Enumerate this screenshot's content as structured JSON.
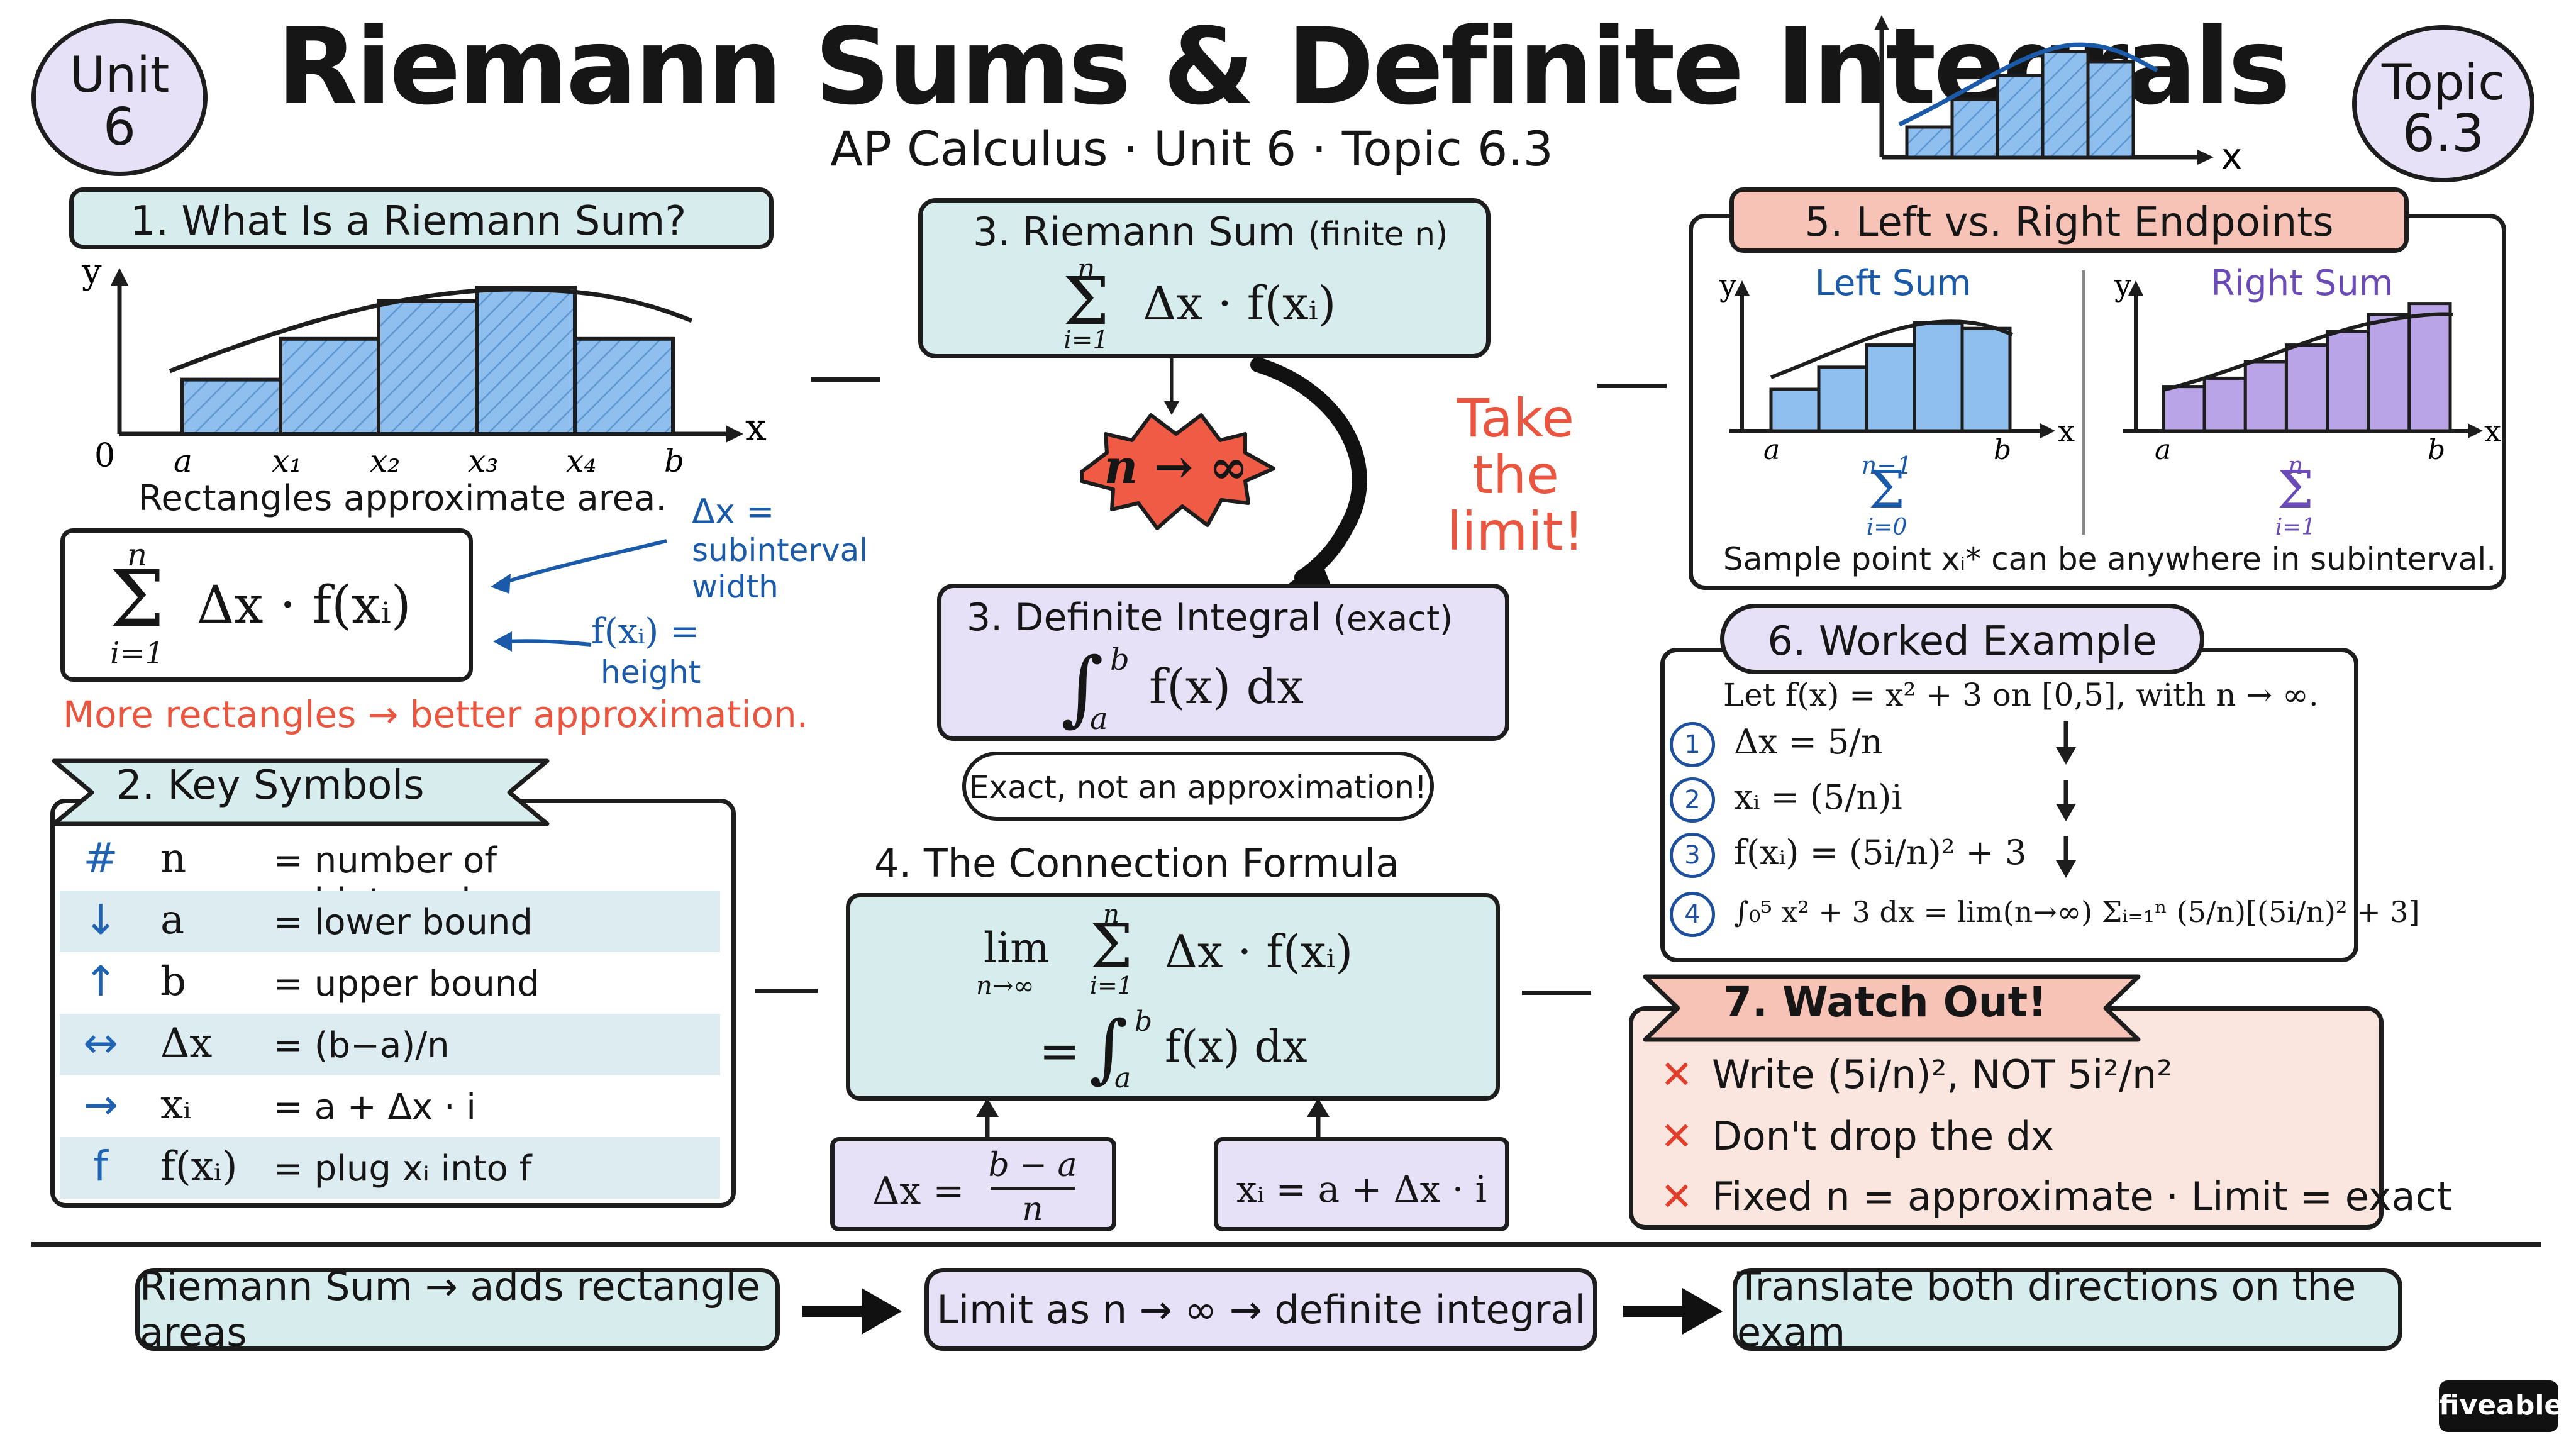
{
  "header": {
    "unit_badge": [
      "Unit",
      "6"
    ],
    "title": "Riemann Sums & Definite Integrals",
    "subtitle": "AP Calculus · Unit 6 · Topic 6.3",
    "topic_badge": [
      "Topic",
      "6.3"
    ],
    "logo_axis_label": "x"
  },
  "s1": {
    "heading": "1. What Is a Riemann Sum?",
    "axis_y": "y",
    "axis_x": "x",
    "origin": "0",
    "ticks": [
      "a",
      "x₁",
      "x₂",
      "x₃",
      "x₄",
      "b"
    ],
    "caption": "Rectangles approximate area.",
    "sum_top": "n",
    "sum_bottom": "i=1",
    "sum_expr": "Δx · f(xᵢ)",
    "note1_a": "Δx =",
    "note1_b": "subinterval",
    "note1_c": "width",
    "note2_a": "f(xᵢ) =",
    "note2_b": "height",
    "footer": "More rectangles → better approximation.",
    "rect_heights": [
      0.36,
      0.63,
      0.88,
      0.97,
      0.63
    ]
  },
  "s2": {
    "heading": "2. Key Symbols",
    "rows": [
      {
        "icon": "#",
        "symbol": "n",
        "definition": "= number of subintervals"
      },
      {
        "icon": "↓",
        "symbol": "a",
        "definition": "= lower bound"
      },
      {
        "icon": "↑",
        "symbol": "b",
        "definition": "= upper bound"
      },
      {
        "icon": "↔",
        "symbol": "Δx",
        "definition": "= (b−a)/n"
      },
      {
        "icon": "→",
        "symbol": "xᵢ",
        "definition": "= a + Δx · i"
      },
      {
        "icon": "f",
        "symbol": "f(xᵢ)",
        "definition": "= plug xᵢ into f"
      }
    ]
  },
  "s3": {
    "heading_a": "3. Riemann Sum",
    "heading_a_note": "(finite n)",
    "sum_top": "n",
    "sum_bottom": "i=1",
    "sum_expr": "Δx · f(xᵢ)",
    "burst": "n → ∞",
    "take_limit": [
      "Take",
      "the",
      "limit!"
    ],
    "heading_b": "3. Definite Integral",
    "heading_b_note": "(exact)",
    "int_upper": "b",
    "int_lower": "a",
    "int_expr": "f(x) dx",
    "exact_note": "Exact, not an approximation!"
  },
  "s4": {
    "heading": "4. The Connection Formula",
    "lim": "lim",
    "lim_sub": "n→∞",
    "sum_top": "n",
    "sum_bottom": "i=1",
    "sum_expr": "Δx · f(xᵢ)",
    "equals": "=",
    "int_upper": "b",
    "int_lower": "a",
    "int_expr": "f(x) dx",
    "dx_left": "Δx =",
    "dx_num": "b − a",
    "dx_den": "n",
    "xi_formula": "xᵢ = a + Δx · i"
  },
  "s5": {
    "heading": "5. Left vs. Right Endpoints",
    "left_title": "Left Sum",
    "right_title": "Right Sum",
    "axis_y": "y",
    "axis_x": "x",
    "tick_a": "a",
    "tick_b": "b",
    "left_sum_top": "n−1",
    "left_sum_bottom": "i=0",
    "right_sum_top": "n",
    "right_sum_bottom": "i=1",
    "footer": "Sample point xᵢ* can be anywhere in subinterval.",
    "left_heights": [
      0.3,
      0.46,
      0.62,
      0.78,
      0.74
    ],
    "right_heights": [
      0.32,
      0.38,
      0.5,
      0.62,
      0.72,
      0.84,
      0.92
    ]
  },
  "s6": {
    "heading": "6. Worked Example",
    "intro": "Let f(x) = x² + 3 on [0,5], with n → ∞.",
    "steps": [
      {
        "num": "1",
        "text": "Δx = 5/n"
      },
      {
        "num": "2",
        "text": "xᵢ = (5/n)i"
      },
      {
        "num": "3",
        "text": "f(xᵢ) = (5i/n)² + 3"
      },
      {
        "num": "4",
        "text": "∫₀⁵ x² + 3 dx = lim(n→∞) Σᵢ₌₁ⁿ (5/n)[(5i/n)² + 3]"
      }
    ]
  },
  "s7": {
    "heading": "7. Watch Out!",
    "items": [
      "Write (5i/n)², NOT 5i²/n²",
      "Don't drop the dx",
      "Fixed n = approximate · Limit = exact"
    ]
  },
  "flow": [
    "Riemann Sum → adds rectangle areas",
    "Limit as n → ∞ → definite integral",
    "Translate both directions on the exam"
  ],
  "brand": "fiveable",
  "colors": {
    "teal": "#d7ecec",
    "lavender": "#e6e1f6",
    "peach": "#fbe6df",
    "salmon_header": "#f7c3b6",
    "bar_blue": "#8fbfee",
    "bar_purple": "#b8a4e6",
    "accent_red": "#e9553f",
    "accent_blue": "#1a5aa8"
  }
}
